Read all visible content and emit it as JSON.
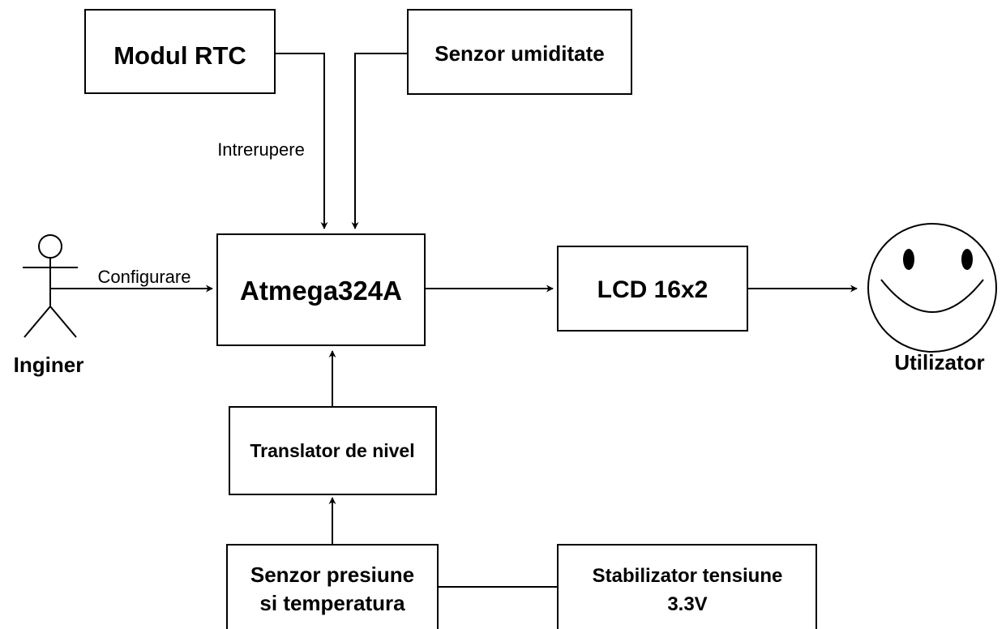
{
  "nodes": {
    "rtc": {
      "label": "Modul RTC"
    },
    "humidity": {
      "label": "Senzor umiditate"
    },
    "mcu": {
      "label": "Atmega324A"
    },
    "lcd": {
      "label": "LCD 16x2"
    },
    "level_translator": {
      "label": "Translator de nivel"
    },
    "pressure_sensor": {
      "line1": "Senzor presiune",
      "line2": "si temperatura"
    },
    "regulator": {
      "line1": "Stabilizator tensiune",
      "line2": "3.3V"
    }
  },
  "actors": {
    "engineer": {
      "label": "Inginer",
      "icon": "stick-figure-icon"
    },
    "user": {
      "label": "Utilizator",
      "icon": "smiley-face-icon"
    }
  },
  "edges": {
    "rtc_interrupt": {
      "label": "Intrerupere"
    },
    "engineer_config": {
      "label": "Configurare"
    }
  }
}
